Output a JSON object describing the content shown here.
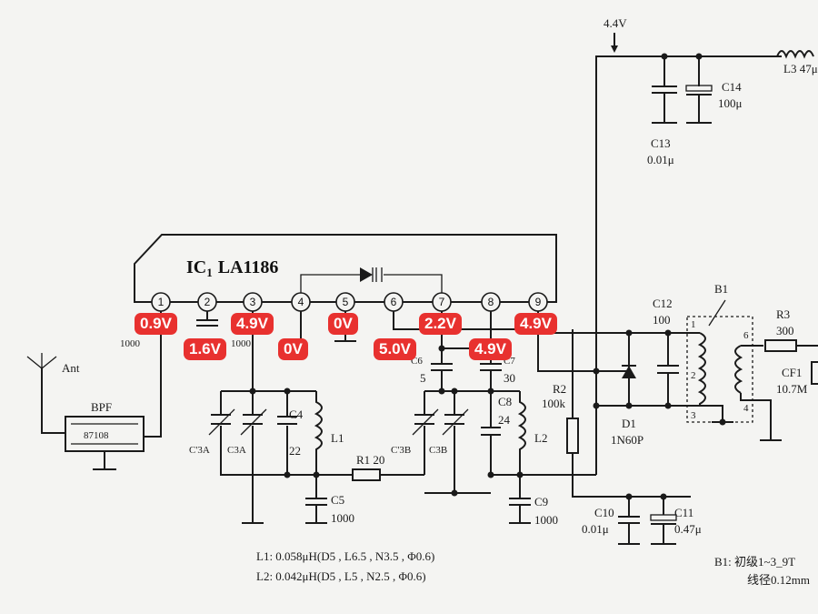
{
  "ic": {
    "name": "IC",
    "sub": "1",
    "part": "LA1186",
    "pins": [
      "1",
      "2",
      "3",
      "4",
      "5",
      "6",
      "7",
      "8",
      "9"
    ]
  },
  "badges": [
    {
      "id": "p1",
      "text": "0.9V"
    },
    {
      "id": "p2",
      "text": "1.6V"
    },
    {
      "id": "p3",
      "text": "4.9V"
    },
    {
      "id": "p4",
      "text": "0V"
    },
    {
      "id": "p5",
      "text": "0V"
    },
    {
      "id": "p6",
      "text": "5.0V"
    },
    {
      "id": "p7",
      "text": "2.2V"
    },
    {
      "id": "p8",
      "text": "4.9V"
    },
    {
      "id": "p9",
      "text": "4.9V"
    }
  ],
  "labels": {
    "supply": "4.4V",
    "ant": "Ant",
    "bpf": "BPF",
    "bpf_part": "87108",
    "c1_val": "1000",
    "c2_val": "1000",
    "c3a": "C'3A",
    "c3a2": "C3A",
    "c4": "C4",
    "c4_val": "22",
    "l1": "L1",
    "r1": "R1 20",
    "c5": "C5",
    "c5_val": "1000",
    "c6": "C6",
    "c6_val": "5",
    "c7": "C7",
    "c7_val": "30",
    "c3b": "C'3B",
    "c3b2": "C3B",
    "c8": "C8",
    "c8_val": "24",
    "l2": "L2",
    "c9": "C9",
    "c9_val": "1000",
    "r2": "R2",
    "r2_val": "100k",
    "c12": "C12",
    "c12_val": "100",
    "d1": "D1",
    "d1_part": "1N60P",
    "b1": "B1",
    "r3": "R3",
    "r3_val": "300",
    "cf1": "CF1",
    "cf1_val": "10.7M",
    "c10": "C10",
    "c10_val": "0.01μ",
    "c11": "C11",
    "c11_val": "0.47μ",
    "c13": "C13",
    "c13_val": "0.01μ",
    "c14": "C14",
    "c14_val": "100μ",
    "l3": "L3 47μ",
    "t1": "1",
    "t2": "2",
    "t3": "3",
    "t4": "4",
    "t6": "6",
    "note_l1": "L1: 0.058μH(D5 , L6.5 , N3.5 , Φ0.6)",
    "note_l2": "L2: 0.042μH(D5 , L5 , N2.5 , Φ0.6)",
    "note_b1a": "B1: 初级1~3_9T",
    "note_b1b": "线径0.12mm"
  }
}
